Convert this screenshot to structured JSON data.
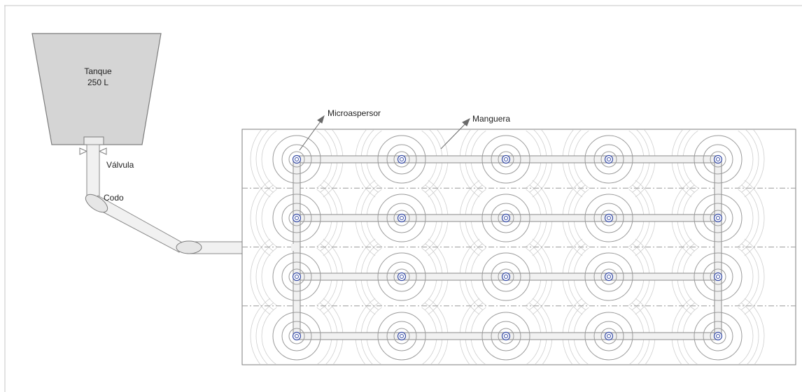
{
  "labels": {
    "tank_name": "Tanque",
    "tank_capacity": "250 L",
    "valve": "Válvula",
    "elbow": "Codo",
    "sprinkler": "Microaspersor",
    "hose": "Manguera"
  },
  "field": {
    "rows": 4,
    "columns": 5
  },
  "colors": {
    "outline": "#8a8a8a",
    "pipe_fill": "#f1f1f1",
    "tank_fill": "#d5d5d5",
    "sprinkler_ring": "#9a9a9a",
    "sprinkler_center": "#3a4fa8",
    "divider": "#9a9a9a",
    "arrow": "#6a6a6a"
  }
}
